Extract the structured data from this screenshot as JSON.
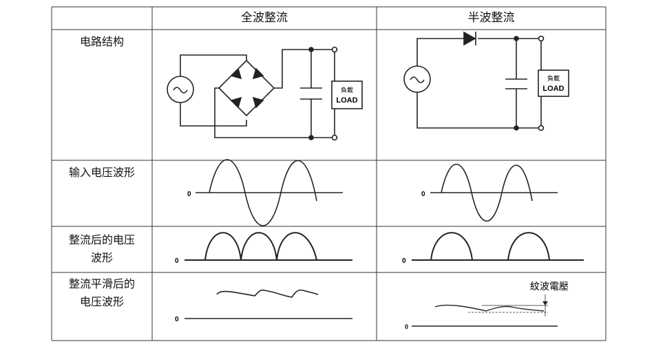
{
  "table": {
    "columns": [
      "全波整流",
      "半波整流"
    ],
    "rows": [
      {
        "id": "circuit",
        "label_lines": [
          "电路结构"
        ]
      },
      {
        "id": "input",
        "label_lines": [
          "输入电压波形"
        ]
      },
      {
        "id": "rectified",
        "label_lines": [
          "整流后的电压",
          "波形"
        ]
      },
      {
        "id": "smoothed",
        "label_lines": [
          "整流平滑后的",
          "电压波形"
        ]
      }
    ]
  },
  "diagram": {
    "load_label_top": "負載",
    "load_label_bottom": "LOAD",
    "zero_label": "0",
    "ripple_label": "紋波電壓",
    "ac_source_icon": "ac-source-icon",
    "diode_icon": "diode-icon",
    "capacitor_icon": "capacitor-icon"
  }
}
